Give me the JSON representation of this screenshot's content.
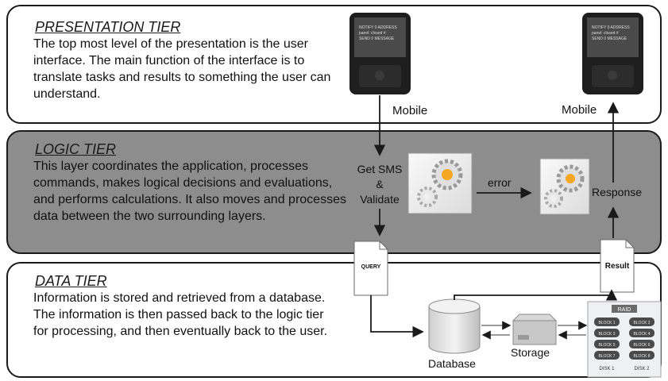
{
  "tiers": {
    "presentation": {
      "title": "PRESENTATION TIER",
      "description": "The top most level of the presentation is the user interface.  The main function of the interface is to translate tasks and results to something the user can understand."
    },
    "logic": {
      "title": "LOGIC TIER",
      "description": "This layer coordinates the application, processes commands, makes logical decisions and evaluations, and performs calculations. It also moves and processes data between the two surrounding layers."
    },
    "data": {
      "title": "DATA TIER",
      "description": "Information is stored and retrieved from a database. The information is then passed back to the logic tier for processing, and then eventually back to the user."
    }
  },
  "diagram": {
    "mobile_in_label": "Mobile",
    "mobile_out_label": "Mobile",
    "validate_label_1": "Get SMS",
    "validate_label_2": "&",
    "validate_label_3": "Validate",
    "error_label": "error",
    "response_label": "Response",
    "query_doc_label": "QUERY",
    "result_doc_label": "Result",
    "database_label": "Database",
    "storage_label": "Storage",
    "raid_label": "RAID",
    "disk_labels": [
      "BLOCK 1",
      "BLOCK 2",
      "BLOCK 3",
      "BLOCK 4",
      "BLOCK 5",
      "BLOCK 6",
      "BLOCK 7",
      "BLOCK 8"
    ],
    "disk_names": [
      "DISK 1",
      "DISK 2"
    ],
    "phone_screen_text": [
      "NOTIFY 0 ADDRESS",
      "panel: closed #",
      "SEND 0 MESSAGE"
    ]
  }
}
